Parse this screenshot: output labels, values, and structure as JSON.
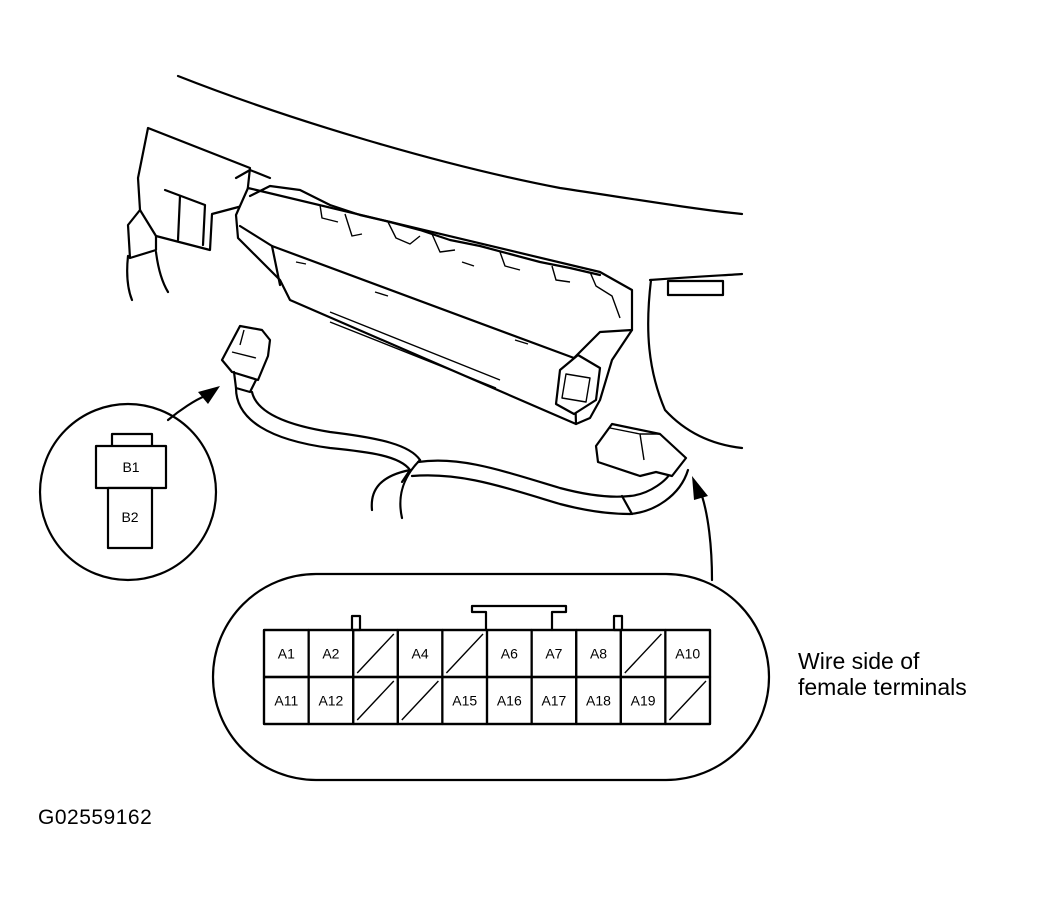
{
  "connector_b": {
    "terminals": [
      "B1",
      "B2"
    ]
  },
  "connector_a": {
    "top_row": [
      "A1",
      "A2",
      "",
      "A4",
      "",
      "A6",
      "A7",
      "A8",
      "",
      "A10"
    ],
    "bottom_row": [
      "A11",
      "A12",
      "",
      "",
      "A15",
      "A16",
      "A17",
      "A18",
      "A19",
      ""
    ]
  },
  "caption": {
    "line1": "Wire side of",
    "line2": "female terminals"
  },
  "figure_id": "G02559162"
}
